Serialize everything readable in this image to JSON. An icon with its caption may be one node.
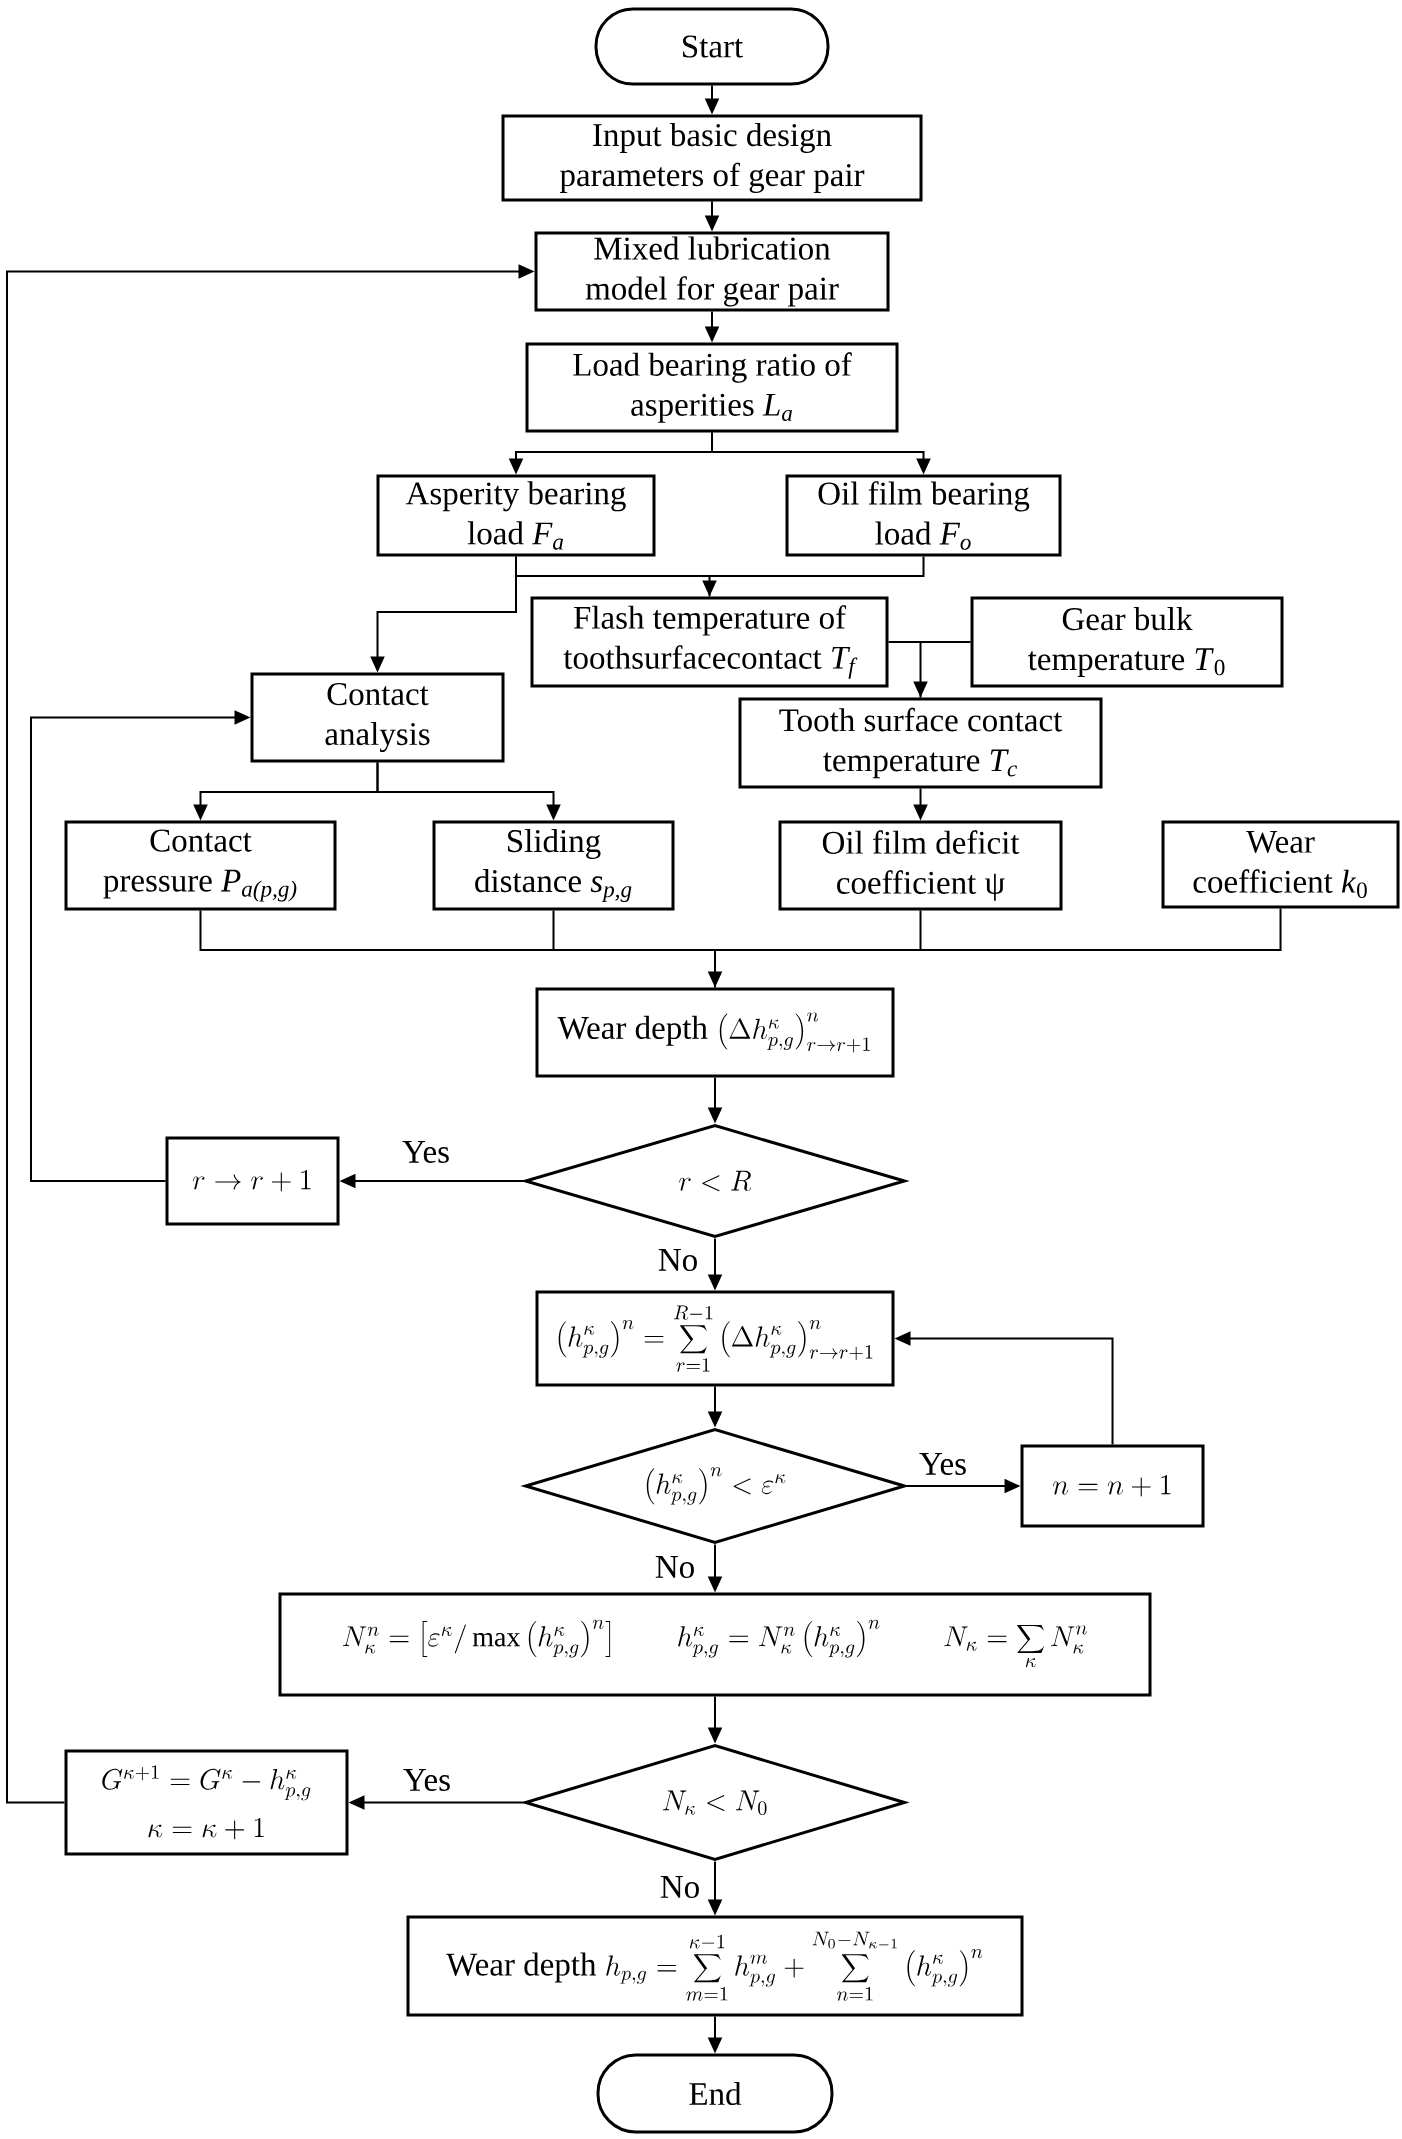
{
  "diagram": {
    "nodes": [
      {
        "text": [
          "Start"
        ]
      },
      {
        "text": [
          "Input basic design parameters of gear pair"
        ]
      },
      {
        "text": [
          "Mixed lubrication model for gear pair"
        ]
      },
      {
        "text": [
          "Load bearing ratio of asperities *L$_{a}$*"
        ]
      },
      {
        "text": [
          "Asperity bearing load *F$_{a}$*"
        ]
      },
      {
        "text": [
          "Oil film bearing load *F$_{o}$*"
        ]
      },
      {
        "text": [
          "Flash temperature of toothsurfacecontact *T$_{f}$*"
        ]
      },
      {
        "text": [
          "Gear bulk temperature *T*$_{0}$"
        ]
      },
      {
        "text": [
          "Contact analysis"
        ]
      },
      {
        "text": [
          "Tooth surface contact temperature *T$_{c}$*"
        ]
      },
      {
        "text": [
          "Contact pressure *P$_{a(p,g)}$*"
        ]
      },
      {
        "text": [
          "Sliding distance *s$_{p,g}$*"
        ]
      },
      {
        "text": [
          "Oil film deficit coefficient ψ"
        ]
      },
      {
        "text": [
          "Wear coefficient *k*$_{0}$"
        ]
      },
      {
        "text": [
          "Wear depth",
          "\\left(\\Delta h_{p,g}^{\\kappa}\\right)_{r\\to r+1}^{n}"
        ]
      },
      {
        "text": [
          "r\\to r+1"
        ]
      },
      {
        "text": [
          "r<R"
        ]
      },
      {
        "text": [
          "\\left(h_{p,g}^{\\kappa}\\right)^{n}=\\sum_{r=1}^{R-1}\\left(\\Delta h_{p,g}^{\\kappa}\\right)_{r\\to r+1}^{n}"
        ]
      },
      {
        "text": [
          "\\left(h_{p,g}^{\\kappa}\\right)^{n}<\\varepsilon^{\\kappa}"
        ]
      },
      {
        "text": [
          "n=n+1"
        ]
      },
      {
        "text": [
          "N_{\\kappa}^{n}=\\left[\\varepsilon^{\\kappa}/\\max\\left(h_{p,g}^{\\kappa}\\right)^{n}\\right]",
          "h_{p,g}^{\\kappa}=N_{\\kappa}^{n}\\left(h_{p,g}^{\\kappa}\\right)^{n}",
          "N_{\\kappa}=\\sum_{\\kappa}N_{\\kappa}^{n}"
        ]
      },
      {
        "text": [
          "G^{\\kappa+1}=G^{\\kappa}-h_{p,g}^{\\kappa}",
          "\\kappa=\\kappa+1"
        ]
      },
      {
        "text": [
          "N_{\\kappa}<N_{0}"
        ]
      },
      {
        "text": [
          "Wear depth",
          "h_{p,g}=\\sum_{m=1}^{\\kappa-1}h_{p,g}^{m}+\\sum_{n=1}^{N_{0}-N_{\\kappa-1}}\\left(h_{p,g}^{\\kappa}\\right)^{n}"
        ]
      },
      {
        "text": [
          "End"
        ]
      }
    ],
    "edges": [
      {
        "from": 0,
        "to": 1,
        "arrow": "to"
      },
      {
        "from": 1,
        "to": 2,
        "arrow": "to"
      },
      {
        "from": 2,
        "to": 3,
        "arrow": "to"
      },
      {
        "from": 3,
        "to": 4,
        "arrow": "to"
      },
      {
        "from": 3,
        "to": 5,
        "arrow": "to"
      },
      {
        "from": 4,
        "to": 6,
        "arrow": "to"
      },
      {
        "from": 5,
        "to": 6,
        "arrow": "to"
      },
      {
        "from": 4,
        "to": 8,
        "arrow": "to"
      },
      {
        "from": 6,
        "to": 9,
        "arrow": "to"
      },
      {
        "from": 7,
        "to": 9,
        "arrow": "to"
      },
      {
        "from": 8,
        "to": 10,
        "arrow": "to"
      },
      {
        "from": 8,
        "to": 11,
        "arrow": "to"
      },
      {
        "from": 9,
        "to": 12,
        "arrow": "to"
      },
      {
        "from": 10,
        "to": 14,
        "arrow": "to"
      },
      {
        "from": 11,
        "to": 14,
        "arrow": "to"
      },
      {
        "from": 12,
        "to": 14,
        "arrow": "to"
      },
      {
        "from": 13,
        "to": 14,
        "arrow": "to"
      },
      {
        "from": 14,
        "to": 16,
        "arrow": "to"
      },
      {
        "from": 16,
        "to": 15,
        "arrow": "to",
        "label": "Yes"
      },
      {
        "from": 15,
        "to": 8,
        "arrow": "to"
      },
      {
        "from": 16,
        "to": 17,
        "arrow": "to",
        "label": "No"
      },
      {
        "from": 17,
        "to": 18,
        "arrow": "to"
      },
      {
        "from": 18,
        "to": 19,
        "arrow": "to",
        "label": "Yes"
      },
      {
        "from": 19,
        "to": 17,
        "arrow": "to"
      },
      {
        "from": 18,
        "to": 20,
        "arrow": "to",
        "label": "No"
      },
      {
        "from": 20,
        "to": 22,
        "arrow": "to"
      },
      {
        "from": 22,
        "to": 21,
        "arrow": "to",
        "label": "Yes"
      },
      {
        "from": 21,
        "to": 2,
        "arrow": "to"
      },
      {
        "from": 22,
        "to": 23,
        "arrow": "to",
        "label": "No"
      },
      {
        "from": 23,
        "to": 24,
        "arrow": "to"
      }
    ]
  }
}
